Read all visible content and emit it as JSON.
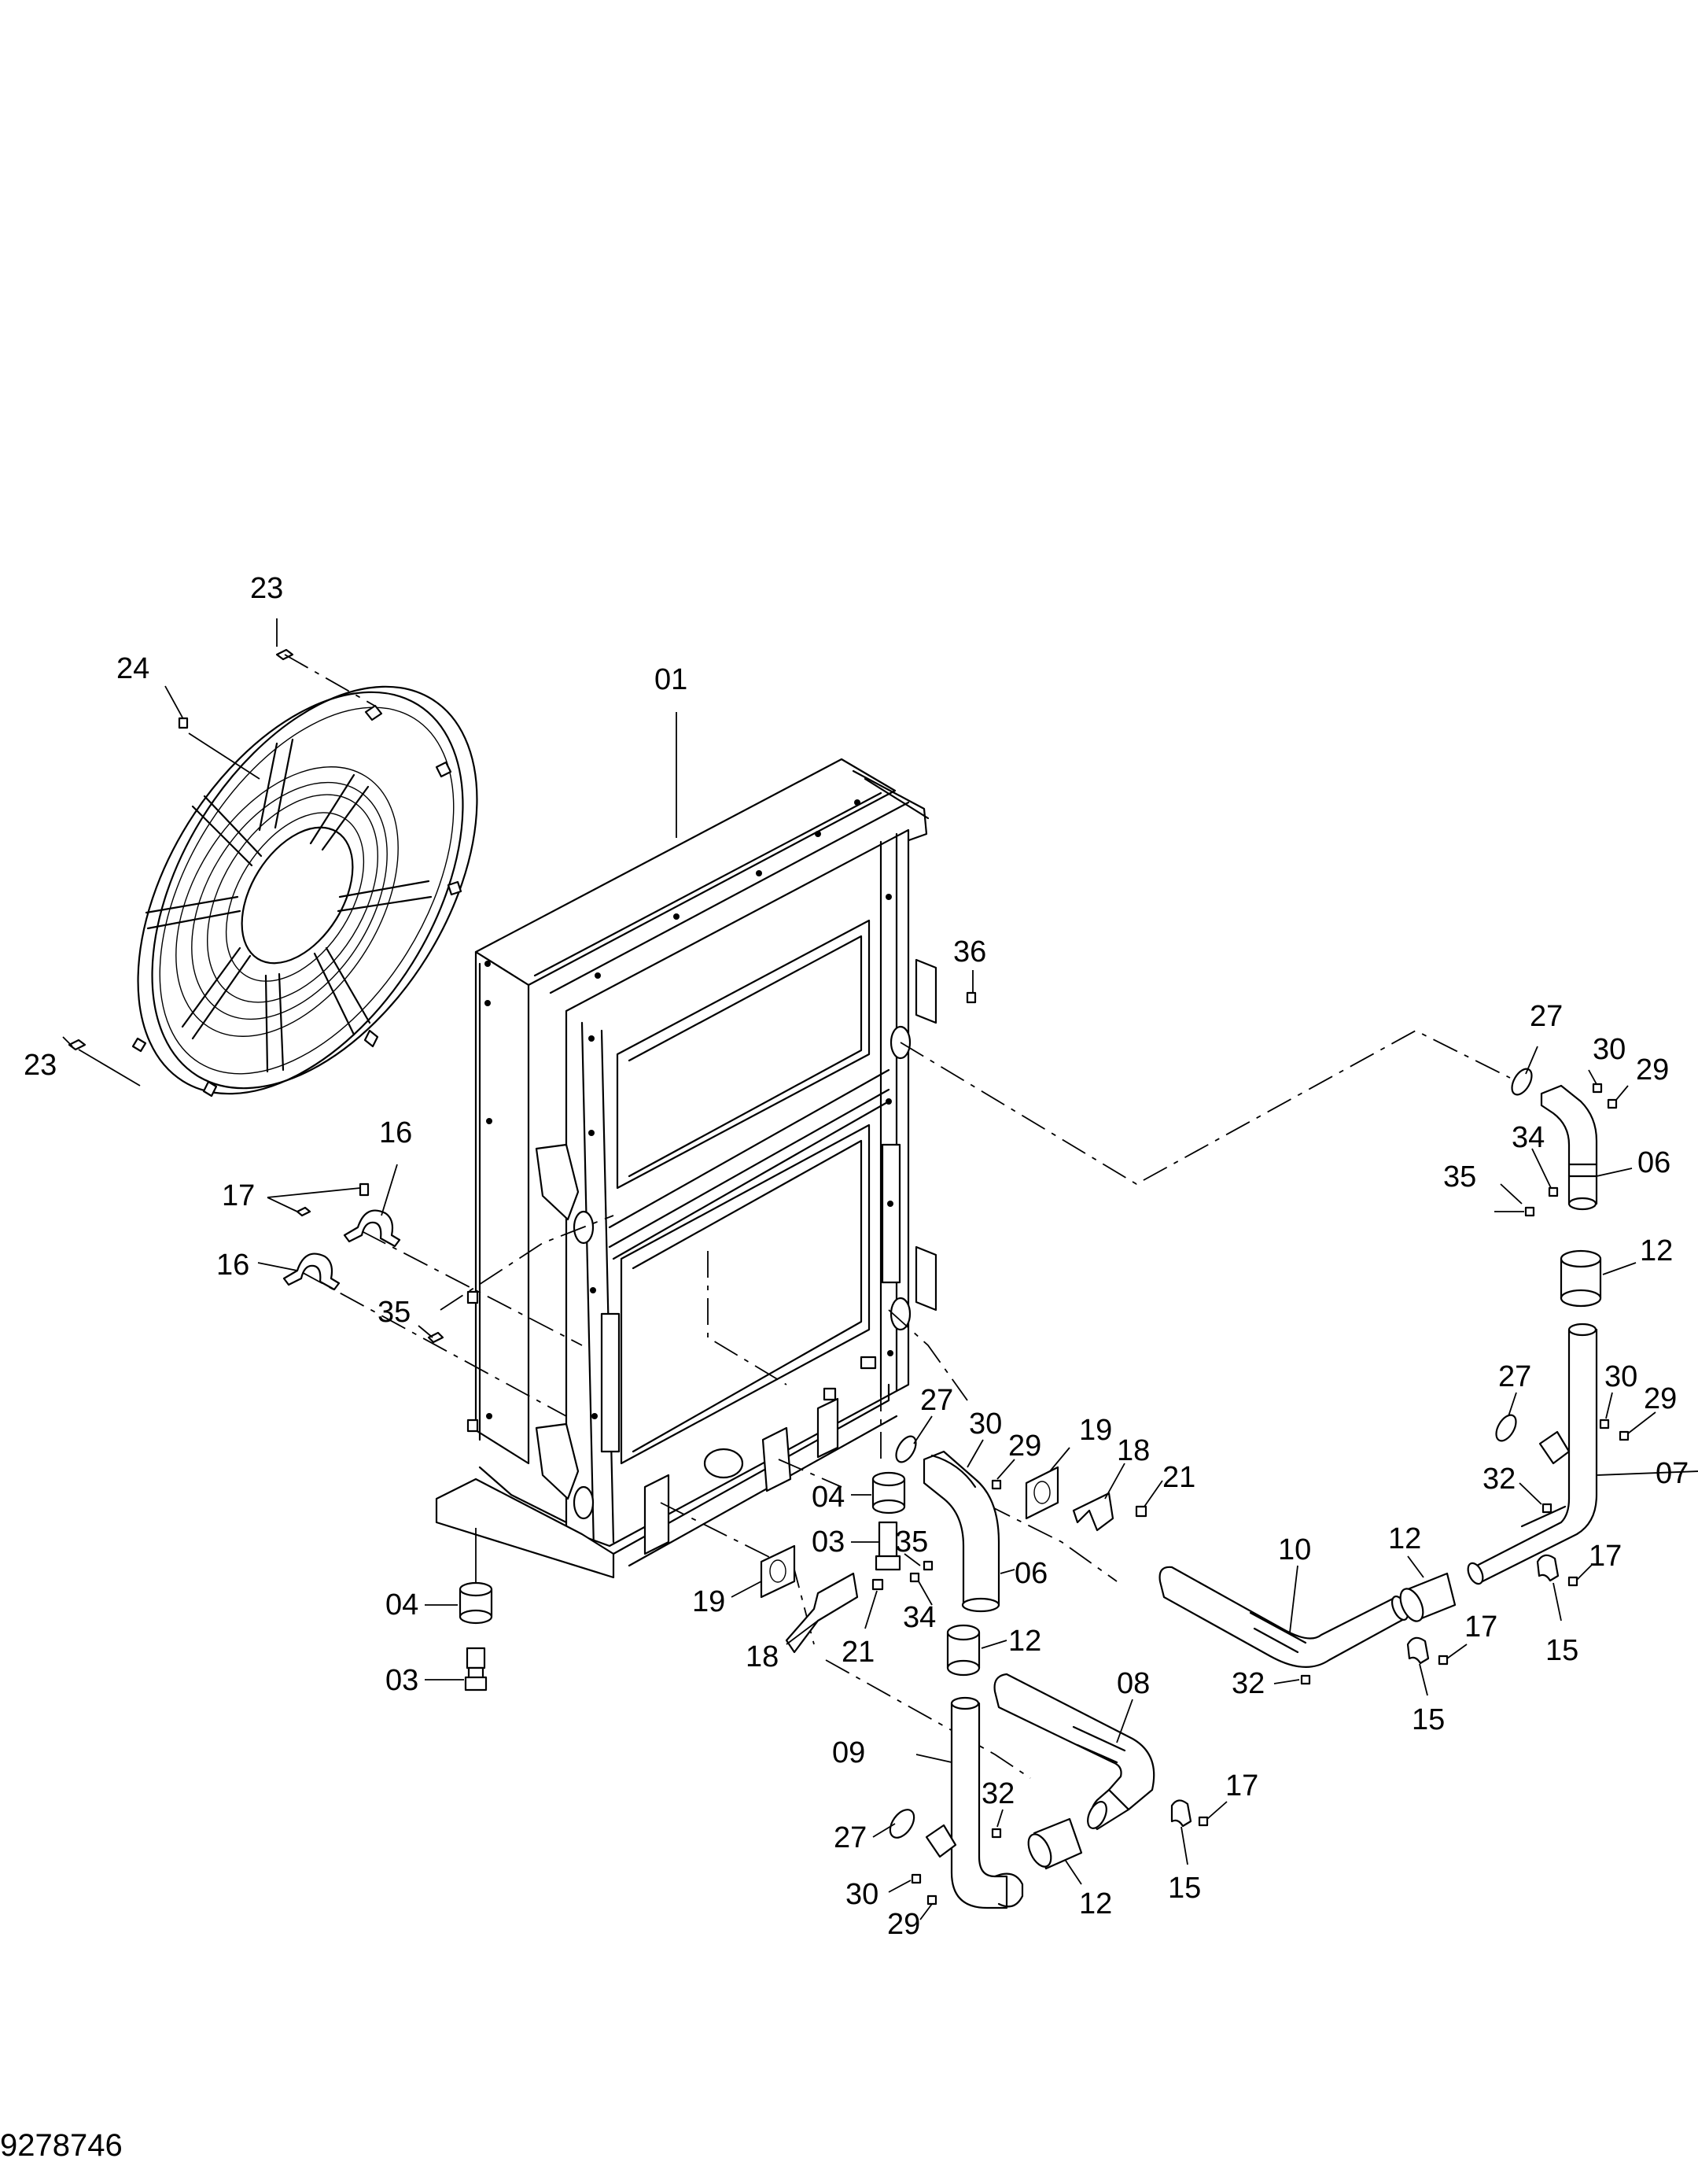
{
  "drawing": {
    "document_number": "9278746"
  },
  "callouts": {
    "c01": "01",
    "c03a": "03",
    "c03b": "03",
    "c04a": "04",
    "c04b": "04",
    "c06a": "06",
    "c06b": "06",
    "c07": "07",
    "c08": "08",
    "c09": "09",
    "c10": "10",
    "c12a": "12",
    "c12b": "12",
    "c12c": "12",
    "c12d": "12",
    "c15a": "15",
    "c15b": "15",
    "c15c": "15",
    "c16a": "16",
    "c16b": "16",
    "c17a": "17",
    "c17b": "17",
    "c17c": "17",
    "c17d": "17",
    "c18a": "18",
    "c18b": "18",
    "c19a": "19",
    "c19b": "19",
    "c21a": "21",
    "c21b": "21",
    "c23a": "23",
    "c23b": "23",
    "c24": "24",
    "c27a": "27",
    "c27b": "27",
    "c27c": "27",
    "c27d": "27",
    "c29a": "29",
    "c29b": "29",
    "c29c": "29",
    "c29d": "29",
    "c30a": "30",
    "c30b": "30",
    "c30c": "30",
    "c30d": "30",
    "c32a": "32",
    "c32b": "32",
    "c32c": "32",
    "c34a": "34",
    "c34b": "34",
    "c35a": "35",
    "c35b": "35",
    "c35c": "35",
    "c36": "36"
  }
}
